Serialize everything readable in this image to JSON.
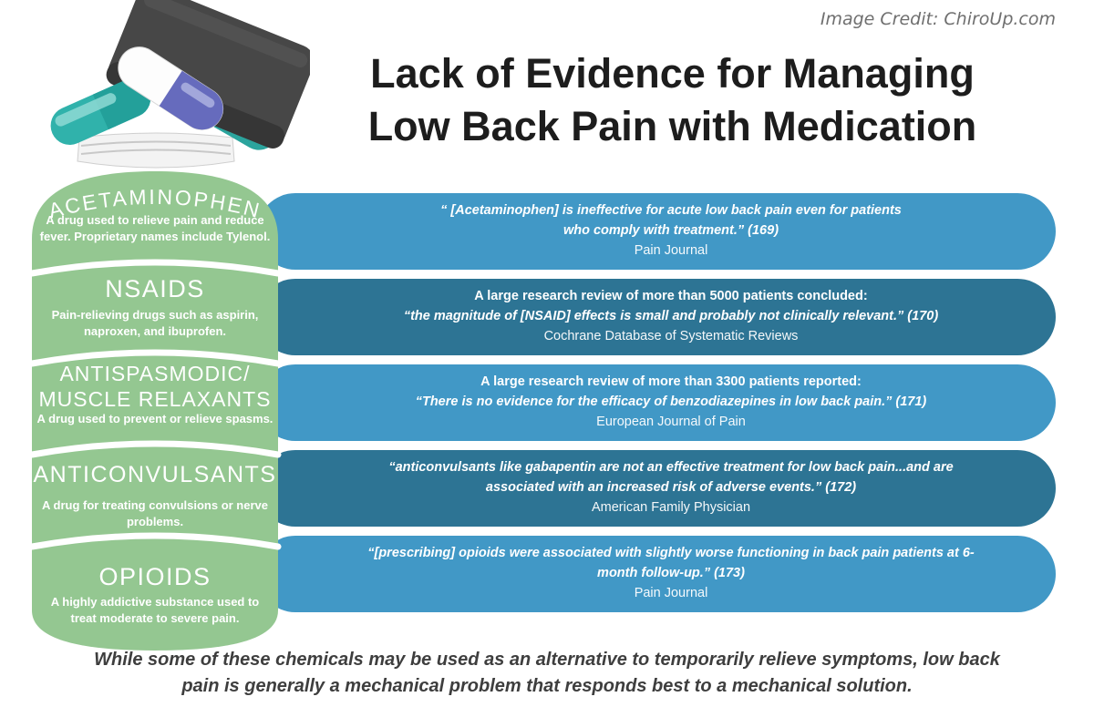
{
  "credit": "Image Credit: ChiroUp.com",
  "title": {
    "line1": "Lack of Evidence for Managing",
    "line2": "Low Back Pain with Medication"
  },
  "bottle": {
    "sections": [
      {
        "name": "ACETAMINOPHEN",
        "desc": "A drug used to relieve pain and reduce fever. Proprietary names include Tylenol."
      },
      {
        "name": "NSAIDS",
        "desc": "Pain-relieving drugs such as aspirin, naproxen, and ibuprofen."
      },
      {
        "name_lines": [
          "ANTISPASMODIC/",
          "MUSCLE RELAXANTS"
        ],
        "desc": "A drug used to prevent or relieve spasms."
      },
      {
        "name": "ANTICONVULSANTS",
        "desc": "A drug for treating convulsions or nerve problems."
      },
      {
        "name": "OPIOIDS",
        "desc": "A highly addictive substance used to treat moderate to severe pain."
      }
    ]
  },
  "quotes": [
    {
      "line1": "“ [Acetaminophen] is ineffective for acute low back pain even for patients",
      "line2": "who comply with treatment.” (169)",
      "source": "Pain Journal"
    },
    {
      "line1": "A large research review of more than 5000 patients concluded:",
      "line2": "“the magnitude of [NSAID] effects is small and probably not clinically relevant.” (170)",
      "source": "Cochrane Database of Systematic Reviews"
    },
    {
      "line1": "A large research review of more than 3300 patients reported:",
      "line2": "“There is no evidence for the efficacy of benzodiazepines in low back pain.” (171)",
      "source": "European Journal of Pain"
    },
    {
      "line1": "“anticonvulsants like gabapentin are not an effective treatment for low back pain...and are",
      "line2": "associated with an increased risk of adverse events.” (172)",
      "source": "American Family Physician"
    },
    {
      "line1": "“[prescribing] opioids were associated with slightly worse functioning in back pain patients at 6-",
      "line2": "month follow-up.” (173)",
      "source": "Pain Journal"
    }
  ],
  "footer": {
    "line1": "While some of these chemicals may be used as an alternative to temporarily relieve symptoms, low back",
    "line2": "pain is generally a mechanical problem that responds best to a mechanical solution."
  },
  "colors": {
    "box_light": "#4198c6",
    "box_dark": "#2d7494",
    "bottle_green": "#94c791",
    "cap_gray": "#474747",
    "title_black": "#1d1d1d"
  }
}
